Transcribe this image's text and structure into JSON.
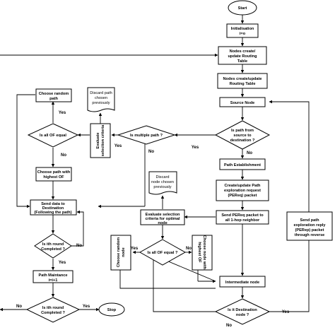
{
  "nodes": {
    "start": "Start",
    "init": [
      "Initialisation",
      "i=o"
    ],
    "nodes_create": [
      "Nodes create/",
      "update Routing",
      "Table"
    ],
    "nodes_create2": [
      "Nodes create/update",
      "Routing Table"
    ],
    "source": "Source Node",
    "is_path": [
      "Is path from",
      "source to",
      "destination ?"
    ],
    "path_est": "Path Establishment",
    "create_pereq": [
      "Create/update Path",
      "exploration request",
      "(PEReq) packet"
    ],
    "send_pereq": [
      "Send PEReq packet to",
      "all 1-hop neighbor"
    ],
    "intermediate": "Intermediate node",
    "is_dest": [
      "Is it Destination",
      "node ?"
    ],
    "send_perep": [
      "Send path",
      "exploration reply",
      "(PERep) packet",
      "through reverse"
    ],
    "is_multiple": "Is multiple path ?",
    "eval_path": [
      "Evaluate",
      "selection criteria"
    ],
    "discard_path": [
      "Discard path",
      "chosen",
      "previously"
    ],
    "choose_random_path": [
      "Choose random",
      "path"
    ],
    "is_all_of_1": "Is all OF equal",
    "choose_highest_of": [
      "Choose path with",
      "highest OF"
    ],
    "send_data": [
      "Send data to",
      "Destination",
      "(Following the path)"
    ],
    "is_ith_1": [
      "Is ith round",
      "Completed ?"
    ],
    "path_maint": [
      "Path Maintance",
      "i=i+1"
    ],
    "is_ith_2": [
      "Is ith round",
      "Completed ?"
    ],
    "stop": "Stop",
    "eval_node": [
      "Evaluate selection",
      "criteria for optimal",
      "node"
    ],
    "discard_node": [
      "Discard",
      "node chosen",
      "previously"
    ],
    "is_all_of_2": "Is all OF equal ?",
    "choose_random_node": [
      "Choose random",
      "node"
    ],
    "choose_node_highest": [
      "Choose node with",
      "highest OF"
    ]
  },
  "edges": {
    "yes": "Yes",
    "no": "No"
  }
}
